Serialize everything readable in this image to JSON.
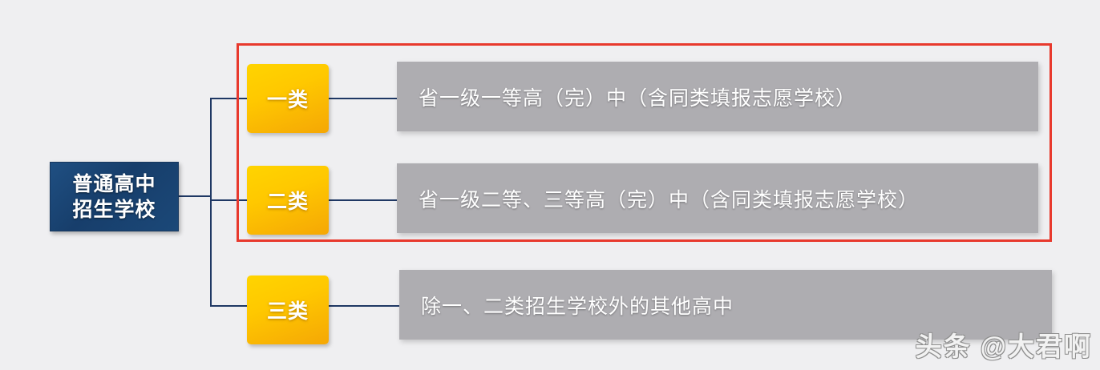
{
  "diagram": {
    "background_color": "#efeff1",
    "root": {
      "line1": "普通高中",
      "line2": "招生学校",
      "color": "#1d4473"
    },
    "categories": [
      {
        "label": "一类",
        "description": "省一级一等高（完）中（含同类填报志愿学校）",
        "box_color": "#ffc800",
        "bar_color": "#aeadb1"
      },
      {
        "label": "二类",
        "description": "省一级二等、三等高（完）中（含同类填报志愿学校）",
        "box_color": "#ffc800",
        "bar_color": "#aeadb1"
      },
      {
        "label": "三类",
        "description": "除一、二类招生学校外的其他高中",
        "box_color": "#ffc800",
        "bar_color": "#aeadb1"
      }
    ],
    "highlight": {
      "color": "#e8392d",
      "covers": [
        "一类",
        "二类"
      ]
    },
    "connector_color": "#1f3864"
  },
  "watermark": {
    "text": "头条 @大君啊"
  }
}
